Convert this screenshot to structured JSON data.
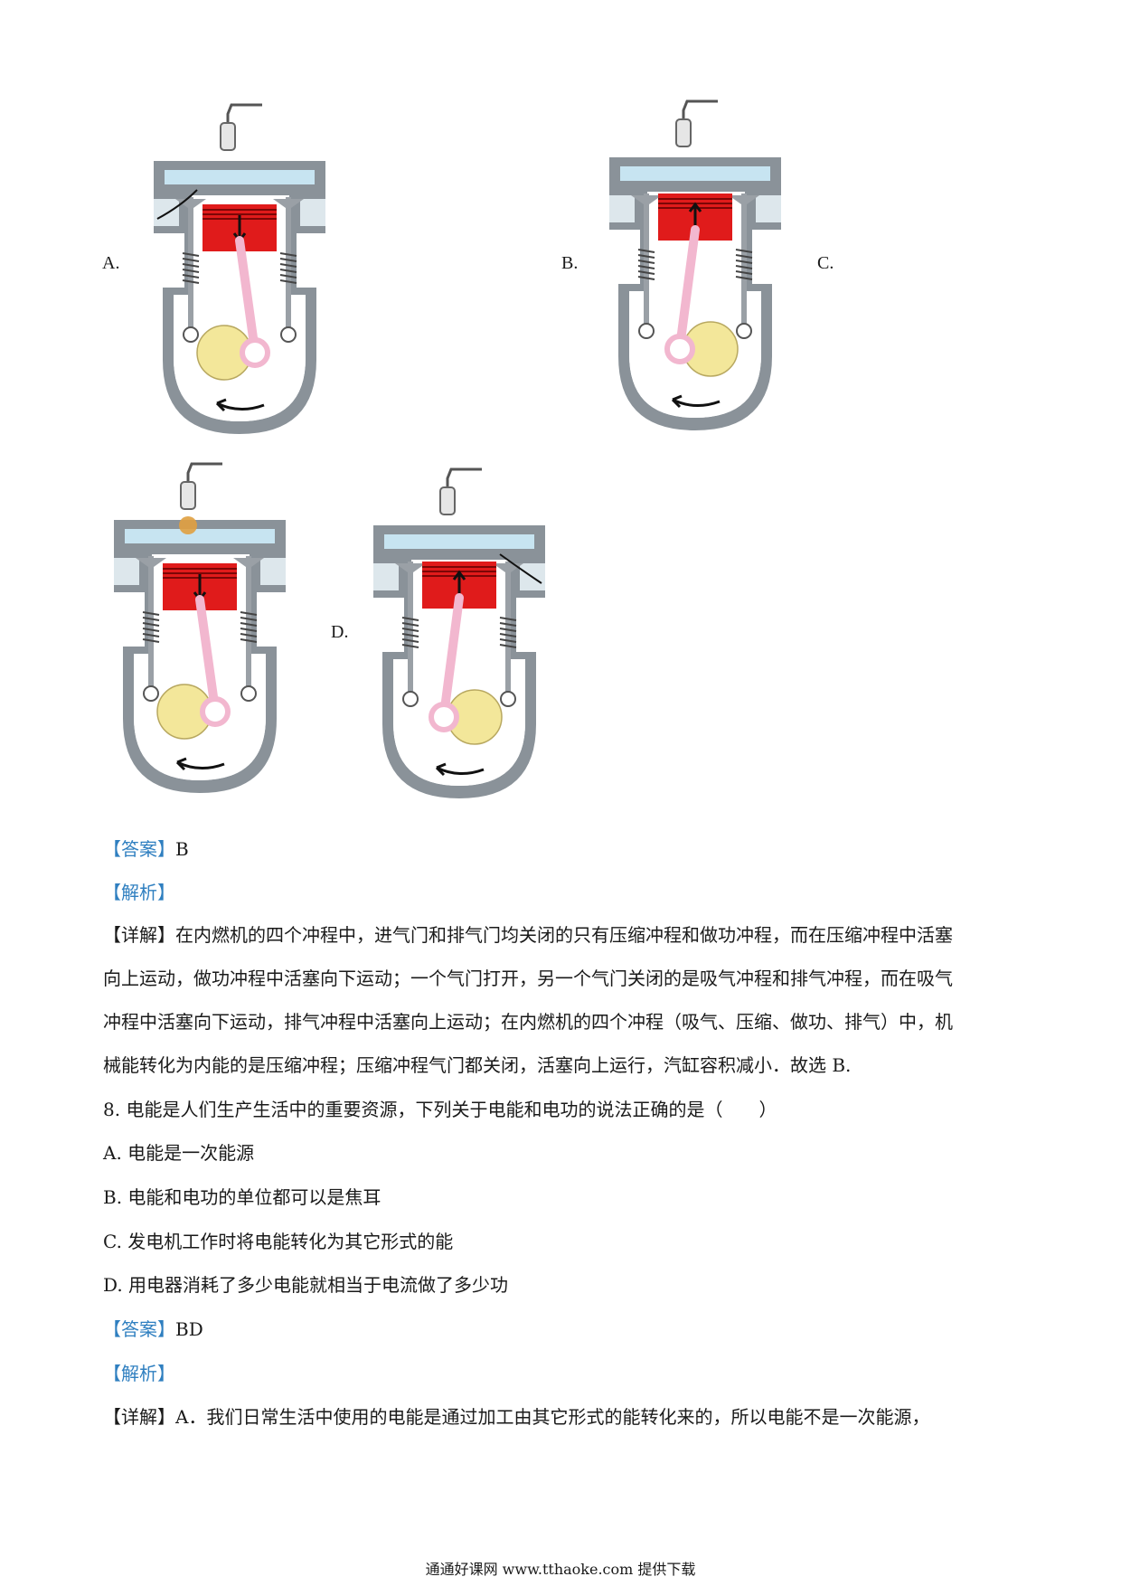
{
  "figures": {
    "labels": {
      "a": "A.",
      "b": "B.",
      "c": "C.",
      "d": "D."
    },
    "strokes": {
      "a": {
        "piston": "down",
        "arrow": "intake"
      },
      "b": {
        "piston": "up",
        "arrow": "none"
      },
      "c": {
        "piston": "down",
        "arrow": "spark"
      },
      "d": {
        "piston": "up",
        "arrow": "exhaust"
      }
    },
    "colors": {
      "housing": "#8a9299",
      "housing_inner": "#c7e4f1",
      "piston": "#e01b1b",
      "rod": "#f2b7cf",
      "crank": "#f3e79a"
    }
  },
  "q7": {
    "answer_tag": "【答案】",
    "answer": "B",
    "analysis_tag": "【解析】",
    "detail_tag": "【详解】",
    "detail_lines": [
      "在内燃机的四个冲程中，进气门和排气门均关闭的只有压缩冲程和做功冲程，而在压缩冲程中活塞",
      "向上运动，做功冲程中活塞向下运动；一个气门打开，另一个气门关闭的是吸气冲程和排气冲程，而在吸气",
      "冲程中活塞向下运动，排气冲程中活塞向上运动；在内燃机的四个冲程（吸气、压缩、做功、排气）中，机",
      "械能转化为内能的是压缩冲程；压缩冲程气门都关闭，活塞向上运行，汽缸容积减小．故选 B."
    ]
  },
  "q8": {
    "stem": "8. 电能是人们生产生活中的重要资源，下列关于电能和电功的说法正确的是（　　）",
    "options": [
      "A.  电能是一次能源",
      "B.  电能和电功的单位都可以是焦耳",
      "C.  发电机工作时将电能转化为其它形式的能",
      "D.  用电器消耗了多少电能就相当于电流做了多少功"
    ],
    "answer_tag": "【答案】",
    "answer": "BD",
    "analysis_tag": "【解析】",
    "detail_tag": "【详解】",
    "detail_text": "A．我们日常生活中使用的电能是通过加工由其它形式的能转化来的，所以电能不是一次能源，"
  },
  "footer": "通通好课网  www.tthaoke.com  提供下载"
}
